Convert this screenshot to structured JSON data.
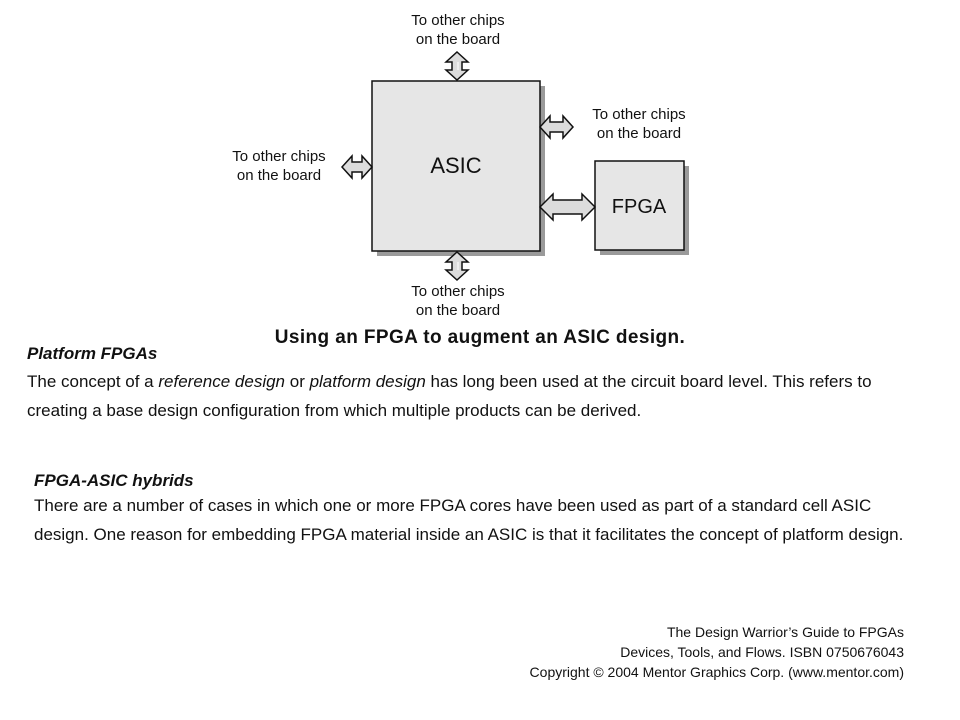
{
  "diagram": {
    "asic_label": "ASIC",
    "fpga_label": "FPGA",
    "other_chips": [
      "To other chips",
      "on the board"
    ]
  },
  "caption": "Using an FPGA to augment an ASIC design.",
  "section1": {
    "heading": "Platform FPGAs",
    "text_before": "The concept of a ",
    "emph1": "reference design",
    "text_mid": " or ",
    "emph2": "platform design",
    "text_after": " has long been used at the circuit board level. This refers to creating a base design configuration from which multiple products can be derived."
  },
  "section2": {
    "heading": "FPGA-ASIC hybrids",
    "text": "There are a number of cases in which one or more FPGA cores have been used as part of a standard cell ASIC design. One reason for embedding FPGA material inside an ASIC is that it facilitates the concept of platform design."
  },
  "credit": {
    "line1": "The Design Warrior’s Guide to FPGAs",
    "line2": "Devices, Tools, and Flows. ISBN 0750676043",
    "line3": "Copyright © 2004 Mentor Graphics Corp. (www.mentor.com)"
  },
  "colors": {
    "box_fill": "#e6e6e6",
    "box_shadow": "#9a9a9a",
    "stroke": "#111111"
  }
}
